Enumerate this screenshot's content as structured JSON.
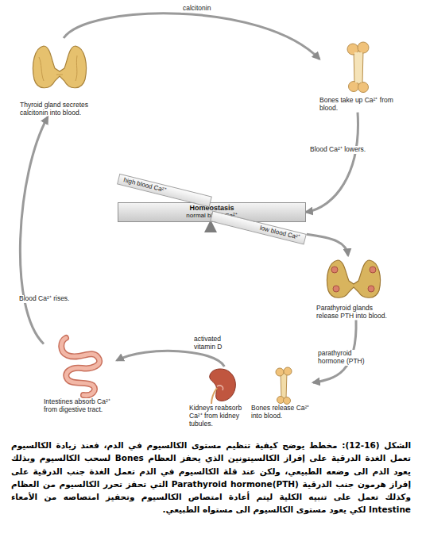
{
  "diagram": {
    "caption": "الشكل (16-12): مخطط يوضح كيفية تنظيم مستوى الكالسيوم في الدم، فعند زيادة الكالسيوم تعمل الغدة الدرقية على إفراز الكالسيتونين الذي يحفز العظام Bones لسحب الكالسيوم وبذلك يعود الدم الى وضعه الطبيعي، ولكن عند قلة الكالسيوم في الدم تعمل الغدة جنب الدرقية على إفراز هرمون جنب الدرقية Parathyroid hormone(PTH) التي تحفز تحرر الكالسيوم من العظام وكذلك تعمل على تنبيه الكلية ليتم أعادة امتصاص الكالسيوم وتحفيز امتصاصه من الأمعاء Intestine لكي يعود مستوى الكالسيوم الى مستواه الطبيعي.",
    "nodes": [
      {
        "text": [
          "Homeostasis",
          "normal blood Ca²⁺"
        ]
      },
      {
        "text": [
          "high blood Ca²⁺"
        ]
      },
      {
        "text": [
          "low blood Ca²⁺"
        ]
      },
      {
        "text": [
          "Thyroid gland secretes calcitonin into blood."
        ]
      },
      {
        "text": [
          "Bones take up Ca²⁺ from blood."
        ]
      },
      {
        "text": [
          "Parathyroid glands release PTH into blood."
        ]
      },
      {
        "text": [
          "Bones release Ca²⁺ into blood."
        ]
      },
      {
        "text": [
          "Kidneys reabsorb Ca²⁺ from kidney tubules."
        ]
      },
      {
        "text": [
          "Intestines absorb Ca²⁺ from digestive tract."
        ]
      }
    ],
    "edges": [
      {
        "from": 3,
        "to": 4,
        "label": "calcitonin",
        "arrow": "to"
      },
      {
        "from": 4,
        "to": 0,
        "label": "Blood Ca²⁺ lowers.",
        "arrow": "to"
      },
      {
        "from": 2,
        "to": 5,
        "arrow": "to"
      },
      {
        "from": 5,
        "to": 6,
        "label": "parathyroid hormone (PTH)",
        "arrow": "to"
      },
      {
        "from": 7,
        "to": 8,
        "label": "activated vitamin D",
        "arrow": "to"
      },
      {
        "from": 8,
        "to": 3,
        "label": "Blood Ca²⁺ rises.",
        "arrow": "to"
      }
    ]
  }
}
